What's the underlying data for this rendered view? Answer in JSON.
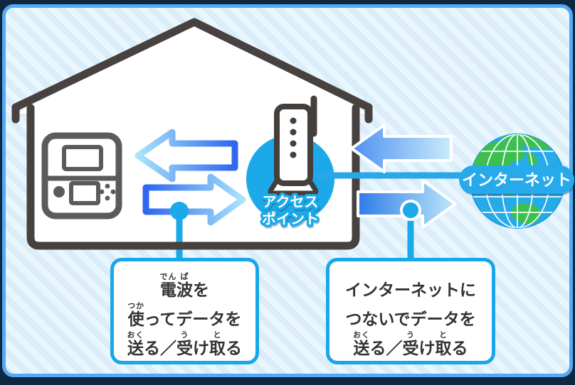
{
  "diagram_title": "wireless-internet-connection-diagram",
  "colors": {
    "outer_frame": "#10283f",
    "panel_border": "#54a9f4",
    "panel_stripe_dark": "#daedf9",
    "panel_stripe_light": "#eaf6fd",
    "house_outline": "#474240",
    "device_outline": "#5b5b5b",
    "accent_cyan": "#1ca9e9",
    "globe_ocean": "#26aaea",
    "globe_land": "#3cbf4f",
    "arrow_blue_strong": "#2e66ee",
    "arrow_blue_light": "#a9e4fb",
    "callout_text": "#333333"
  },
  "access_point": {
    "label_line1": "アクセス",
    "label_line2": "ポイント"
  },
  "internet": {
    "label": "インターネット"
  },
  "callouts": {
    "left": {
      "lines": [
        [
          {
            "base": "電",
            "ruby": "でん"
          },
          {
            "base": "波",
            "ruby": "ぱ"
          },
          {
            "base": "を"
          }
        ],
        [
          {
            "base": "使",
            "ruby": "つか"
          },
          {
            "base": "ってデータを"
          }
        ],
        [
          {
            "base": "送",
            "ruby": "おく"
          },
          {
            "base": "る／"
          },
          {
            "base": "受",
            "ruby": "う"
          },
          {
            "base": "け"
          },
          {
            "base": "取",
            "ruby": "と"
          },
          {
            "base": "る"
          }
        ]
      ]
    },
    "right": {
      "lines": [
        [
          {
            "base": "インターネットに"
          }
        ],
        [
          {
            "base": "つないでデータを"
          }
        ],
        [
          {
            "base": "送",
            "ruby": "おく"
          },
          {
            "base": "る／"
          },
          {
            "base": "受",
            "ruby": "う"
          },
          {
            "base": "け"
          },
          {
            "base": "取",
            "ruby": "と"
          },
          {
            "base": "る"
          }
        ]
      ]
    }
  }
}
